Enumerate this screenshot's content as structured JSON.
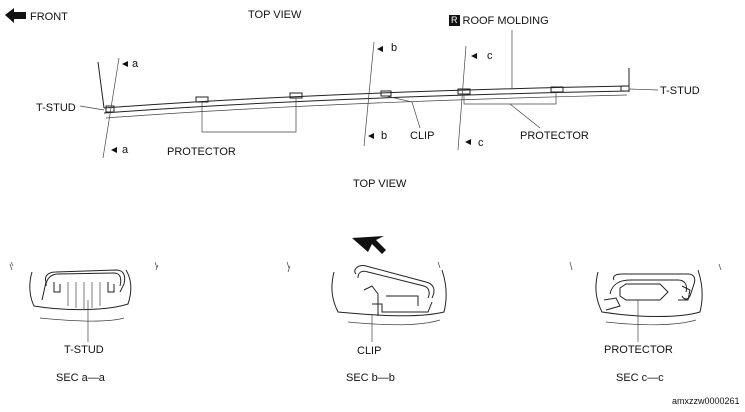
{
  "header": {
    "front_label": "FRONT",
    "top_view_label": "TOP VIEW",
    "roof_molding_badge": "R",
    "roof_molding_label": "ROOF MOLDING"
  },
  "diagram": {
    "tstud_left": "T-STUD",
    "tstud_right": "T-STUD",
    "protector_left": "PROTECTOR",
    "protector_right": "PROTECTOR",
    "clip": "CLIP",
    "sec_a_top": "a",
    "sec_a_bottom": "a",
    "sec_b_top": "b",
    "sec_b_bottom": "b",
    "sec_c_top": "c",
    "sec_c_bottom": "c",
    "top_view_label_2": "TOP VIEW"
  },
  "sections": [
    {
      "part_label": "T-STUD",
      "sec_label": "SEC a—a"
    },
    {
      "part_label": "CLIP",
      "sec_label": "SEC b—b"
    },
    {
      "part_label": "PROTECTOR",
      "sec_label": "SEC c—c"
    }
  ],
  "figure_id": "amxzzw0000261"
}
